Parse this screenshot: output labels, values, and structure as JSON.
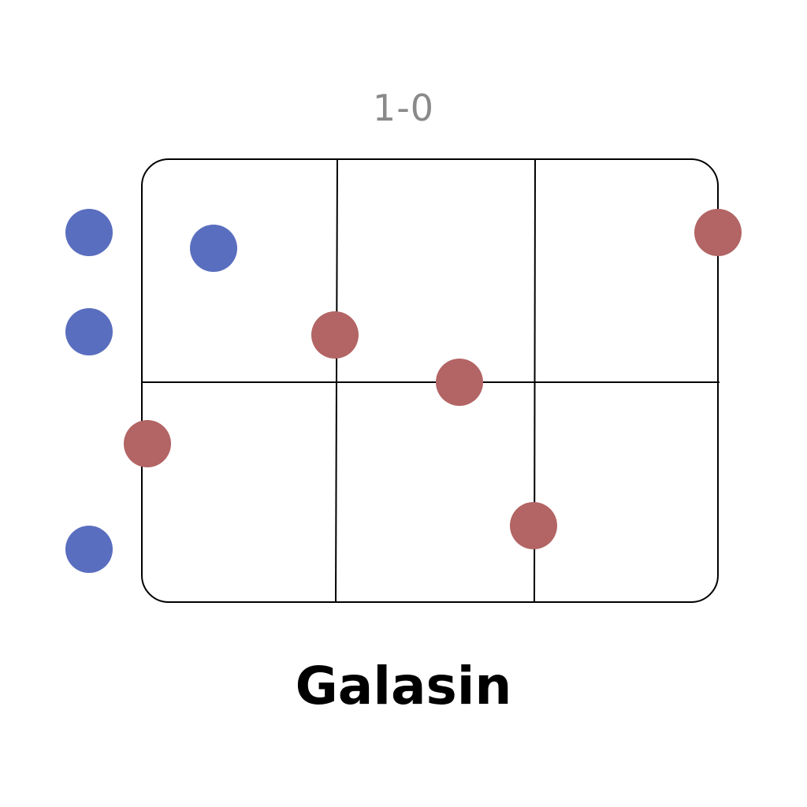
{
  "game": {
    "score": "1-0",
    "title": "Galasin"
  },
  "colors": {
    "blue_team": "#5a6ebf",
    "red_team": "#b36464",
    "lines": "#000000",
    "score_text": "#8a8a8a"
  },
  "players": {
    "blue": [
      {
        "id": "blue-1",
        "zone": "outside-left"
      },
      {
        "id": "blue-2",
        "zone": "outside-left"
      },
      {
        "id": "blue-3",
        "zone": "outside-left"
      },
      {
        "id": "blue-4",
        "zone": "top-left-cell"
      }
    ],
    "red": [
      {
        "id": "red-1",
        "zone": "top-right-corner-line"
      },
      {
        "id": "red-2",
        "zone": "first-vertical-line"
      },
      {
        "id": "red-3",
        "zone": "center-line"
      },
      {
        "id": "red-4",
        "zone": "left-edge"
      },
      {
        "id": "red-5",
        "zone": "second-vertical-line"
      }
    ]
  }
}
